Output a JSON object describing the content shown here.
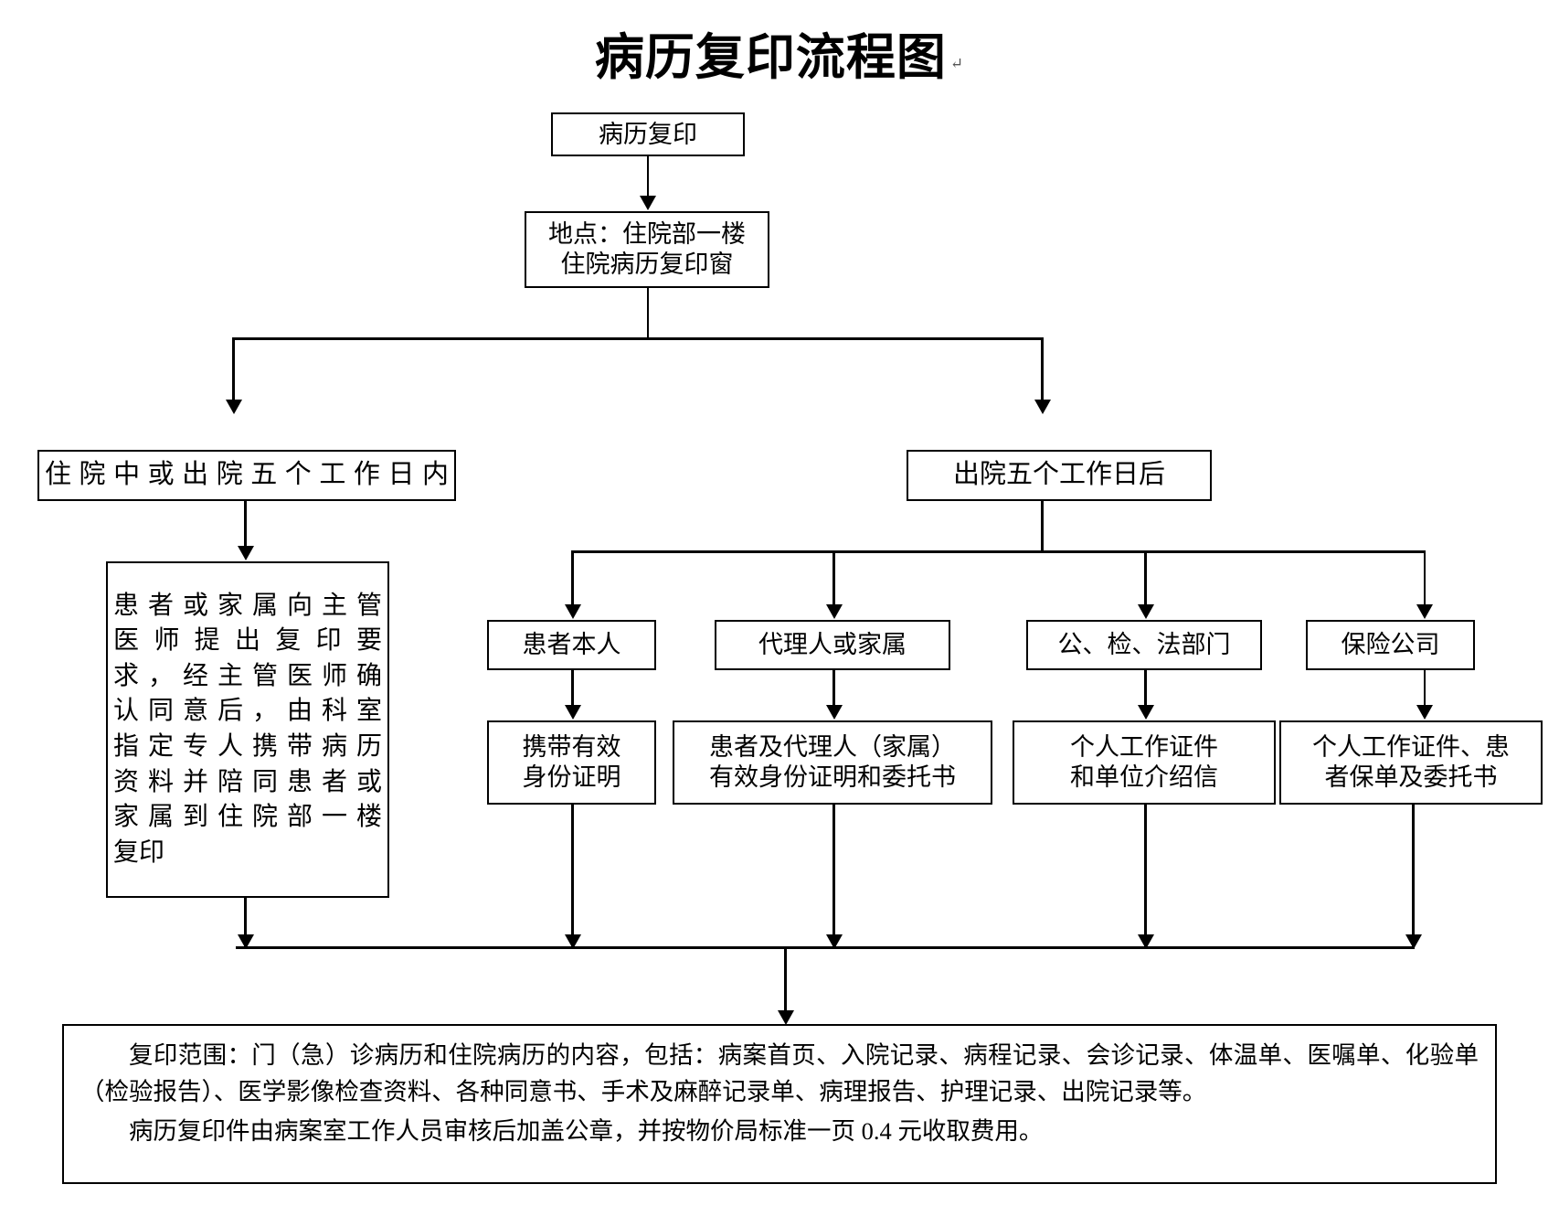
{
  "document": {
    "title": "病历复印流程图",
    "title_mark": "↵"
  },
  "nodes": {
    "start": "病历复印",
    "location": "地点：住院部一楼\n住院病历复印窗",
    "location_line1": "地点：住院部一楼",
    "location_line2": "住院病历复印窗",
    "branch_left": "住院中或出院五个工作日内",
    "branch_right": "出院五个工作日后",
    "left_process_lines": [
      "患者或家属向主管",
      "医师提出复印要",
      "求，经主管医师确",
      "认同意后，由科室",
      "指定专人携带病历",
      "资料并陪同患者或",
      "家属到住院部一楼",
      "复印"
    ],
    "left_process_text": "患者或家属向主管医师提出复印要求，经主管医师确认同意后，由科室指定专人携带病历资料并陪同患者或家属到住院部一楼复印"
  },
  "applicants": [
    {
      "role": "患者本人",
      "requirement_lines": [
        "携带有效",
        "身份证明"
      ],
      "requirement": "携带有效身份证明"
    },
    {
      "role": "代理人或家属",
      "requirement_lines": [
        "患者及代理人（家属）",
        "有效身份证明和委托书"
      ],
      "requirement": "患者及代理人（家属）有效身份证明和委托书"
    },
    {
      "role": "公、检、法部门",
      "requirement_lines": [
        "个人工作证件",
        "和单位介绍信"
      ],
      "requirement": "个人工作证件和单位介绍信"
    },
    {
      "role": "保险公司",
      "requirement_lines": [
        "个人工作证件、患",
        "者保单及委托书"
      ],
      "requirement": "个人工作证件、患者保单及委托书"
    }
  ],
  "footer_note": {
    "paragraph1": "复印范围：门（急）诊病历和住院病历的内容，包括：病案首页、入院记录、病程记录、会诊记录、体温单、医嘱单、化验单（检验报告）、医学影像检查资料、各种同意书、手术及麻醉记录单、病理报告、护理记录、出院记录等。",
    "paragraph2": "病历复印件由病案室工作人员审核后加盖公章，并按物价局标准一页 0.4 元收取费用。"
  },
  "colors": {
    "line": "#000000",
    "background": "#ffffff",
    "text": "#000000"
  }
}
